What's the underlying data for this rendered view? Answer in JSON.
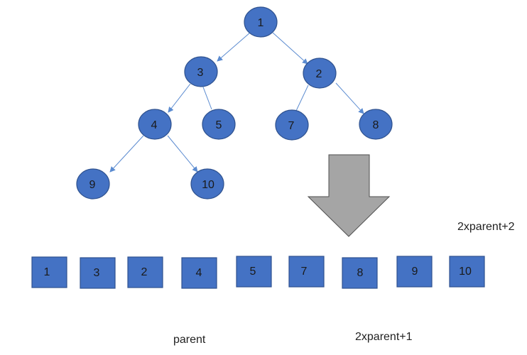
{
  "colors": {
    "node_fill": "#4472c4",
    "node_stroke": "#2f528f",
    "edge": "#5b8bd0",
    "arrow_fill": "#a5a5a5",
    "arrow_stroke": "#505050"
  },
  "tree": {
    "nodes": [
      "1",
      "3",
      "2",
      "4",
      "5",
      "7",
      "8",
      "9",
      "10"
    ]
  },
  "array": {
    "items": [
      "1",
      "3",
      "2",
      "4",
      "5",
      "7",
      "8",
      "9",
      "10"
    ]
  },
  "labels": {
    "right_child_formula": "2xparent+2",
    "left_child_formula": "2xparent+1",
    "parent": "parent"
  }
}
